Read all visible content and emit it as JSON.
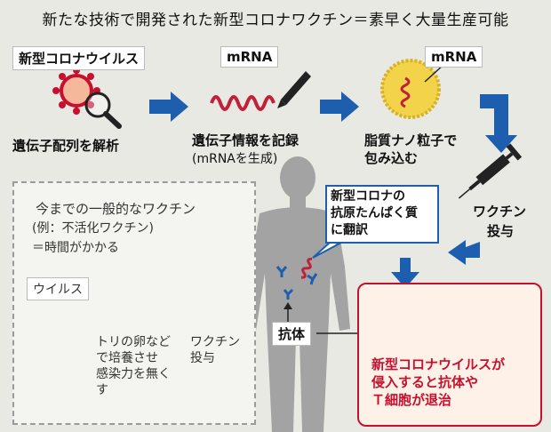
{
  "title": "新たな技術で開発された新型コロナワクチン＝素早く大量生産可能",
  "steps": {
    "virus_tag": "新型コロナウイルス",
    "virus_label": "遺伝子配列を解析",
    "mrna_tag": "mRNA",
    "record_label": "遺伝子情報を記録",
    "record_sub": "(mRNAを生成)",
    "lipid_tag": "mRNA",
    "lipid_label_1": "脂質ナノ粒子で",
    "lipid_label_2": "包み込む",
    "vaccine_label_1": "ワクチン",
    "vaccine_label_2": "投与"
  },
  "conventional": {
    "heading": "今までの一般的なワクチン",
    "example": "(例：不活化ワクチン)",
    "note": "＝時間がかかる",
    "virus_tag": "ウイルス",
    "egg_text": [
      "トリの卵など",
      "で培養させ",
      "感染力を無く",
      "す"
    ],
    "vaccine_text": [
      "ワクチン",
      "投与"
    ]
  },
  "body": {
    "callout": [
      "新型コロナの",
      "抗原たんぱく質",
      "に翻訳"
    ],
    "antibody_label": "抗体"
  },
  "result": {
    "text": [
      "新型コロナウイルスが",
      "侵入すると抗体や",
      "Ｔ細胞が退治"
    ]
  },
  "colors": {
    "arrow_blue": "#1d5fae",
    "virus_red": "#c7102e",
    "mrna_red": "#c0203a",
    "nano_yellow": "#f3d34a",
    "green_virus": "#9bbf2a",
    "body_grey": "#9c9c9c",
    "antibody_blue": "#1d5fae"
  },
  "icons": [
    "virus-icon",
    "magnifier-icon",
    "mrna-strand-icon",
    "pen-icon",
    "lipid-nanoparticle-icon",
    "syringe-icon",
    "human-body-icon",
    "antibody-icon",
    "egg-icon",
    "arrow-icon"
  ]
}
